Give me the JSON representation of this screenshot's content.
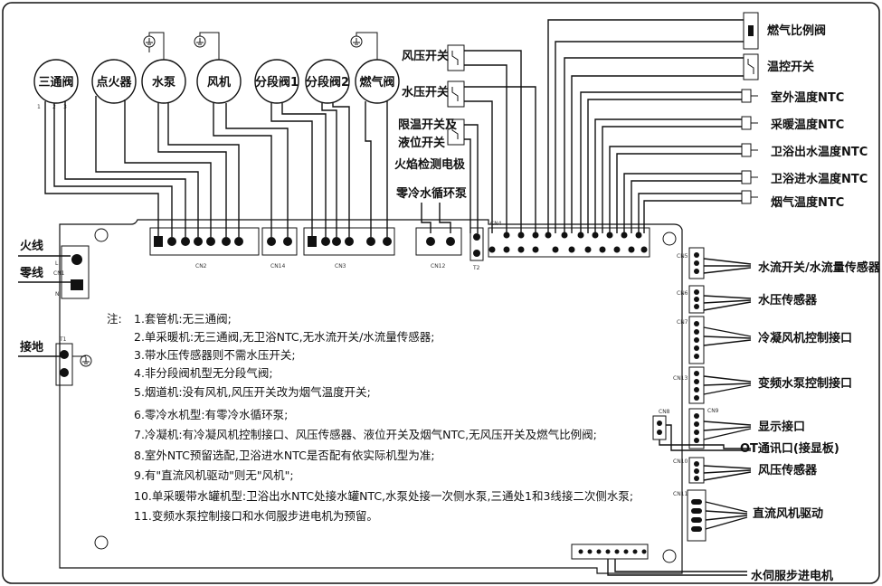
{
  "left_terminals": {
    "live": "火线",
    "neutral": "零线",
    "ground": "接地",
    "L": "L",
    "N": "N",
    "CN1": "CN1",
    "T1": "T1"
  },
  "components_top": [
    {
      "label": "三通阀"
    },
    {
      "label": "点火器"
    },
    {
      "label": "水泵"
    },
    {
      "label": "风机"
    },
    {
      "label": "分段阀1"
    },
    {
      "label": "分段阀2"
    },
    {
      "label": "燃气阀"
    }
  ],
  "valve_pins": [
    "1",
    "2",
    "3"
  ],
  "switches_mid": [
    {
      "label": "风压开关"
    },
    {
      "label": "水压开关"
    },
    {
      "label": "限温开关及"
    },
    {
      "label": "液位开关"
    }
  ],
  "flame_probe": "火焰检测电极",
  "zero_cold_pump": "零冷水循环泵",
  "right_top": [
    {
      "label": "燃气比例阀"
    },
    {
      "label": "温控开关"
    },
    {
      "label": "室外温度NTC"
    },
    {
      "label": "采暖温度NTC"
    },
    {
      "label": "卫浴出水温度NTC"
    },
    {
      "label": "卫浴进水温度NTC"
    },
    {
      "label": "烟气温度NTC"
    }
  ],
  "right_side": [
    {
      "label": "水流开关/水流量传感器"
    },
    {
      "label": "水压传感器"
    },
    {
      "label": "冷凝风机控制接口"
    },
    {
      "label": "变频水泵控制接口"
    },
    {
      "label": "显示接口"
    },
    {
      "label": "OT通讯口(接显板)"
    },
    {
      "label": "风压传感器"
    },
    {
      "label": "直流风机驱动"
    }
  ],
  "bottom": "水伺服步进电机",
  "connectors": {
    "CN2": "CN2",
    "CN14": "CN14",
    "CN3": "CN3",
    "CN12": "CN12",
    "T2": "T2",
    "CN4": "CN4",
    "CN5": "CN5",
    "CN6": "CN6",
    "CN7": "CN7",
    "CN13": "CN13",
    "CN8": "CN8",
    "CN9": "CN9",
    "CN10": "CN10",
    "CN11": "CN11"
  },
  "notes": {
    "prefix": "注:",
    "items": [
      "1.套管机:无三通阀;",
      "2.单采暖机:无三通阀,无卫浴NTC,无水流开关/水流量传感器;",
      "3.带水压传感器则不需水压开关;",
      "4.非分段阀机型无分段气阀;",
      "5.烟道机:没有风机,风压开关改为烟气温度开关;",
      "6.零冷水机型:有零冷水循环泵;",
      "7.冷凝机:有冷凝风机控制接口、风压传感器、液位开关及烟气NTC,无风压开关及燃气比例阀;",
      "8.室外NTC预留选配,卫浴进水NTC是否配有依实际机型为准;",
      "9.有\"直流风机驱动\"则无\"风机\";",
      "10.单采暖带水罐机型:卫浴出水NTC处接水罐NTC,水泵处接一次侧水泵,三通处1和3线接二次侧水泵;",
      "11.变频水泵控制接口和水伺服步进电机为预留。"
    ]
  }
}
